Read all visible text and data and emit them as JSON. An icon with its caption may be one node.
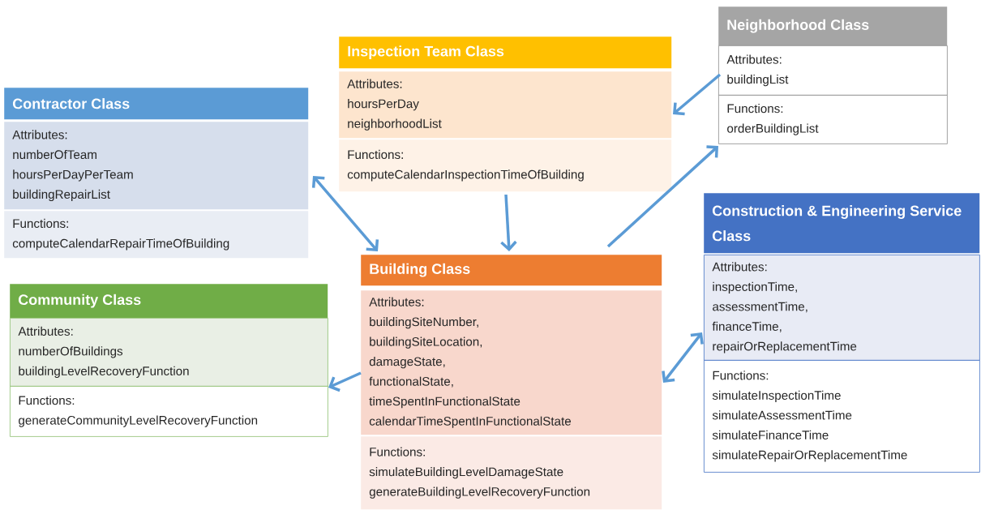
{
  "diagram": {
    "nodes": [
      {
        "text": [
          "Contractor Class",
          "Attributes: numberOfTeam hoursPerDayPerTeam buildingRepairList",
          "Functions: computeCalendarRepairTimeOfBuilding"
        ]
      },
      {
        "text": [
          "Inspection Team Class",
          "Attributes: hoursPerDay neighborhoodList",
          "Functions: computeCalendarInspectionTimeOfBuilding"
        ]
      },
      {
        "text": [
          "Neighborhood Class",
          "Attributes: buildingList",
          "Functions: orderBuildingList"
        ]
      },
      {
        "text": [
          "Community Class",
          "Attributes: numberOfBuildings buildingLevelRecoveryFunction",
          "Functions: generateCommunityLevelRecoveryFunction"
        ]
      },
      {
        "text": [
          "Building Class",
          "Attributes: buildingSiteNumber, buildingSiteLocation, damageState, functionalState, timeSpentInFunctionalState calendarTimeSpentInFunctionalState",
          "Functions: simulateBuildingLevelDamageState generateBuildingLevelRecoveryFunction"
        ]
      },
      {
        "text": [
          "Construction & Engineering Service Class",
          "Attributes: inspectionTime, assessmentTime, financeTime, repairOrReplacementTime",
          "Functions: simulateInspectionTime simulateAssessmentTime simulateFinanceTime simulateRepairOrReplacementTime"
        ]
      }
    ],
    "edges": [
      {
        "from": 0,
        "to": 4,
        "arrow": "both"
      },
      {
        "from": 1,
        "to": 4,
        "arrow": "to"
      },
      {
        "from": 4,
        "to": 2,
        "arrow": "to"
      },
      {
        "from": 2,
        "to": 1,
        "arrow": "to"
      },
      {
        "from": 4,
        "to": 3,
        "arrow": "to"
      },
      {
        "from": 5,
        "to": 4,
        "arrow": "both"
      }
    ]
  }
}
